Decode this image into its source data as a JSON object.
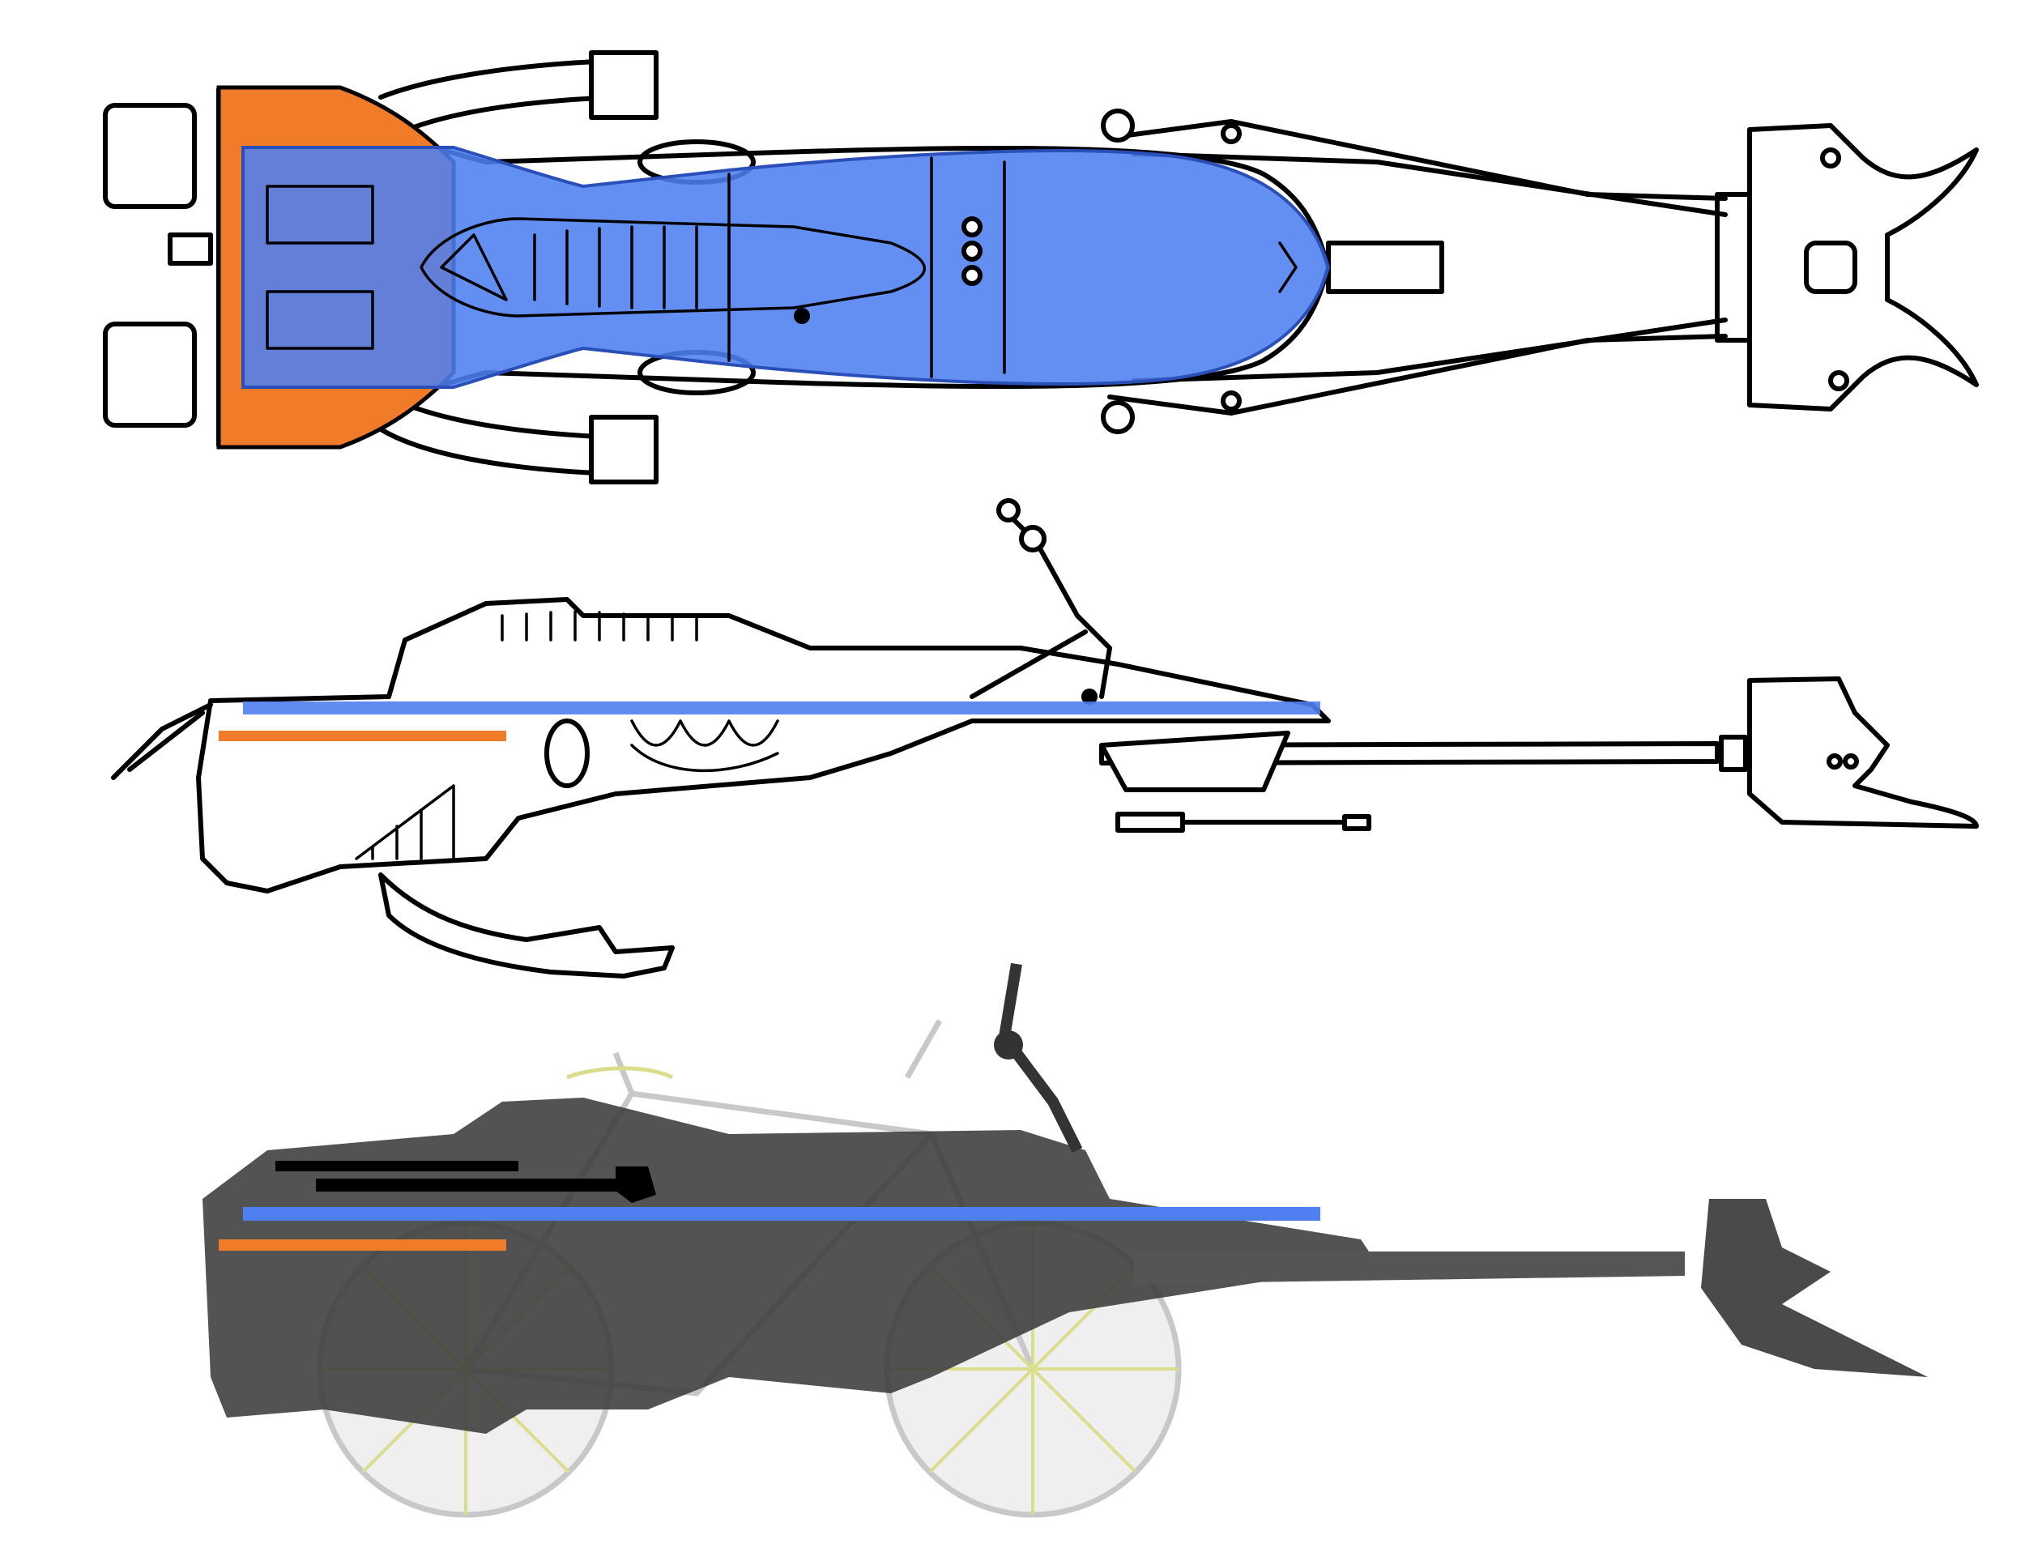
{
  "colors": {
    "background": "#ffffff",
    "line_art": "#000000",
    "overlay_blue": "#4f7ff0",
    "overlay_orange": "#f07c2a",
    "bike_outline": "#d9dd8c",
    "photo_body": "#3b3b3b",
    "bike_grey": "#bfbfbf"
  },
  "views": [
    {
      "id": "top",
      "overlay": [
        "orange-rear-pod",
        "blue-seat-cockpit"
      ]
    },
    {
      "id": "side",
      "overlay": [
        "blue-seat-line",
        "orange-pod-line"
      ]
    },
    {
      "id": "photo",
      "overlay": [
        "blue-seat-line",
        "orange-pod-line",
        "bicycle"
      ]
    }
  ]
}
